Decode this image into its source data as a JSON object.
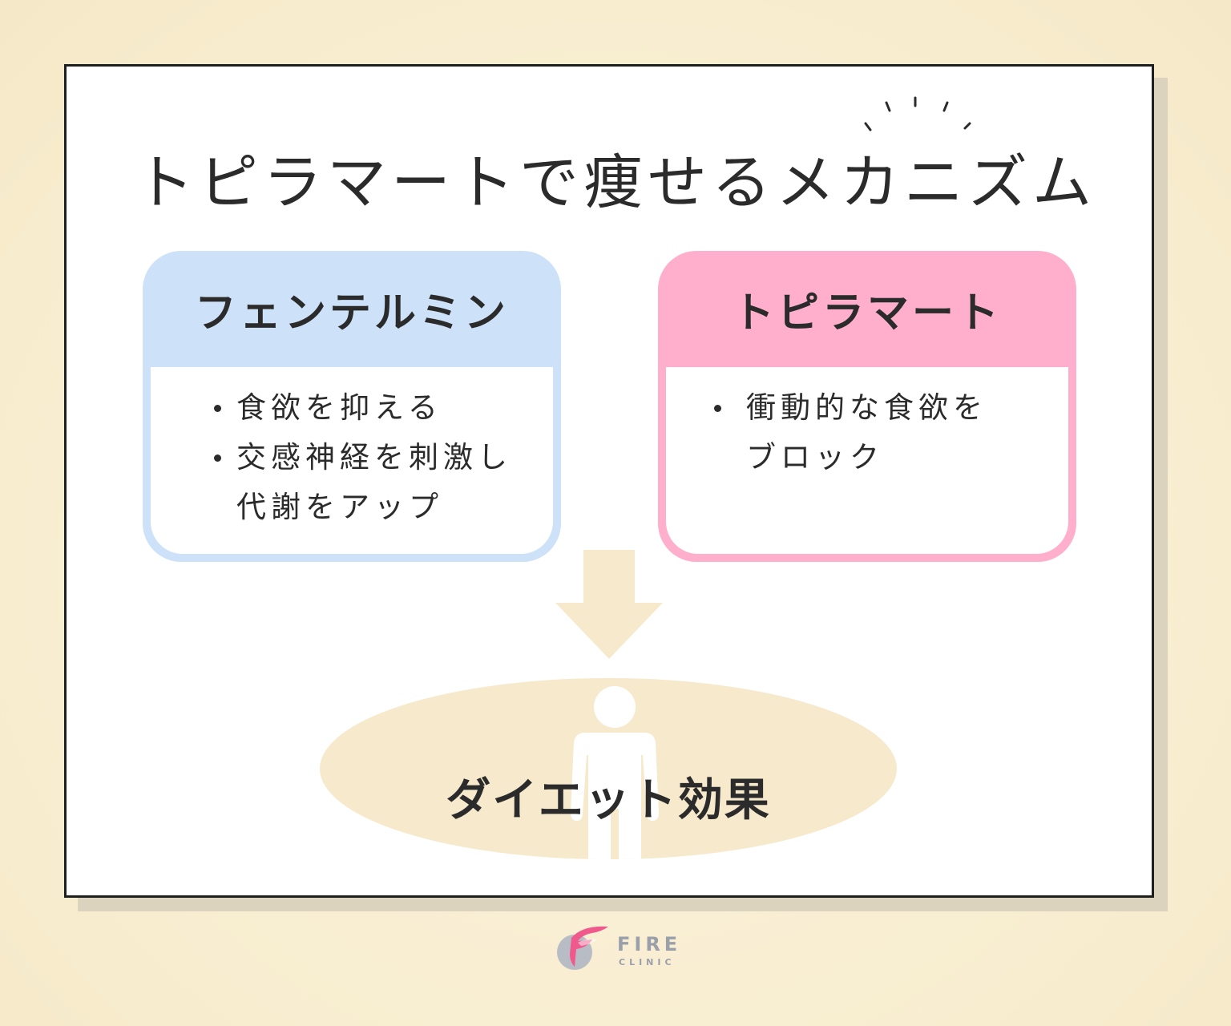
{
  "title": "トピラマートで痩せるメカニズム",
  "cards": [
    {
      "heading": "フェンテルミン",
      "items": [
        "食欲を抑える",
        "交感神経を刺激し代謝をアップ"
      ]
    },
    {
      "heading": "トピラマート",
      "items": [
        "衝動的な食欲をブロック"
      ]
    }
  ],
  "result": "ダイエット効果",
  "logo": {
    "name": "FIRE",
    "sub": "CLINIC"
  },
  "colors": {
    "background": "#f8edcf",
    "blue_card": "#cde2f8",
    "pink_card": "#ffafcb",
    "arrow": "#f6e9cc",
    "oval": "#f6e9cc",
    "logo_pink": "#f0598c",
    "logo_gray": "#b8bcc4"
  },
  "icons": [
    "sparkle-lines-icon",
    "down-arrow-icon",
    "person-icon",
    "fire-clinic-logo-icon"
  ]
}
